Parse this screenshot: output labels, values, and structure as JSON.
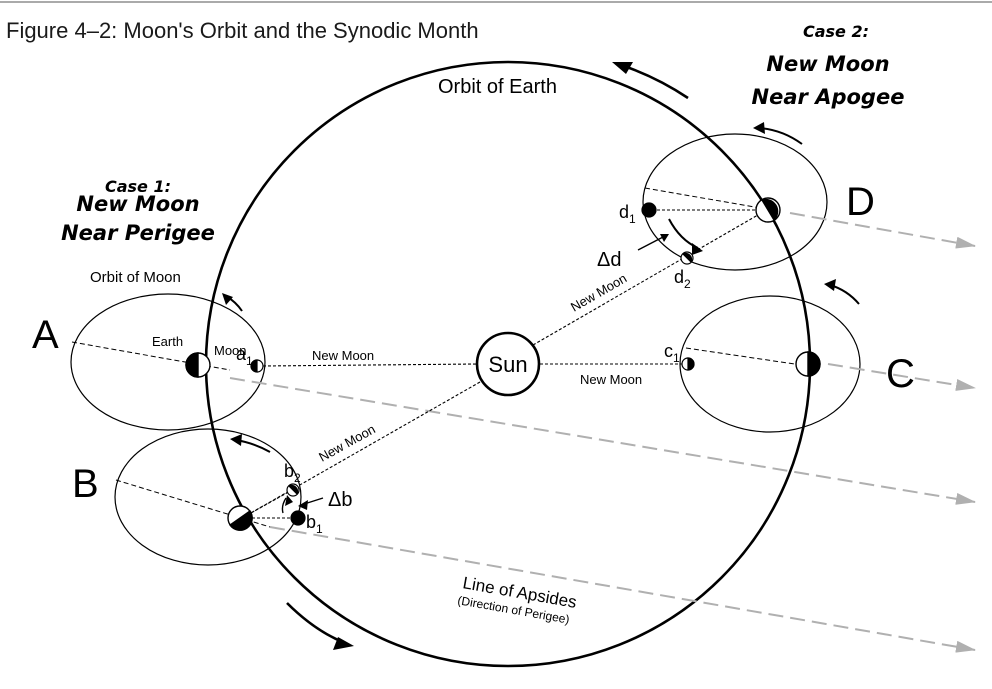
{
  "figure": {
    "title": "Figure 4–2: Moon's Orbit and the Synodic Month",
    "case1": {
      "heading": "Case 1:",
      "line1": "New Moon",
      "line2": "Near Perigee"
    },
    "case2": {
      "heading": "Case 2:",
      "line1": "New Moon",
      "line2": "Near Apogee"
    },
    "orbit_of_earth": "Orbit of Earth",
    "orbit_of_moon": "Orbit of Moon",
    "sun": "Sun",
    "earth": "Earth",
    "moon": "Moon",
    "new_moon": "New Moon",
    "line_of_apsides": "Line of Apsides",
    "direction_of_perigee": "(Direction of  Perigee)",
    "positions": {
      "A": "A",
      "B": "B",
      "C": "C",
      "D": "D"
    },
    "moon_labels": {
      "a": "a",
      "a_sub": "1",
      "b2": "b",
      "b2_sub": "2",
      "b1": "b",
      "b1_sub": "1",
      "c": "c",
      "c_sub": "1",
      "d1": "d",
      "d1_sub": "1",
      "d2": "d",
      "d2_sub": "2"
    },
    "delta_b": "Δb",
    "delta_d": "Δd"
  }
}
